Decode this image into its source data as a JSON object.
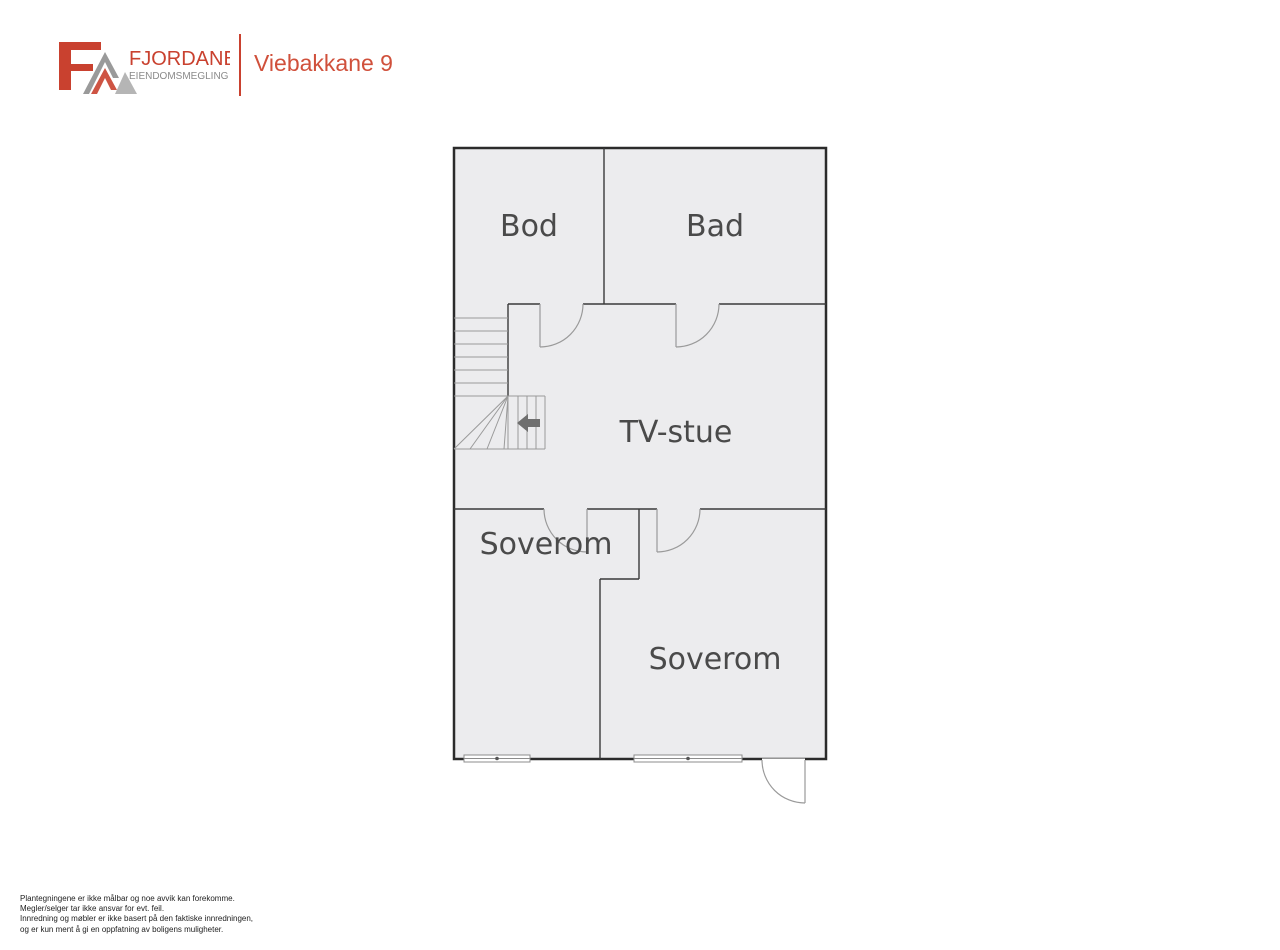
{
  "header": {
    "logo": {
      "brand": "FJORDANE",
      "sub": "EIENDOMSMEGLING",
      "colors": {
        "red": "#c9412f",
        "grey": "#8a8a8a"
      }
    },
    "property_title": "Viebakkane 9"
  },
  "floorplan": {
    "rooms": [
      {
        "name": "Bod"
      },
      {
        "name": "Bad"
      },
      {
        "name": "TV-stue"
      },
      {
        "name": "Soverom"
      },
      {
        "name": "Soverom"
      }
    ],
    "colors": {
      "room_fill": "#ececee",
      "wall": "#2b2b2b",
      "thin_line": "#8c8c8c",
      "label": "#4a4a4a"
    }
  },
  "disclaimer": {
    "lines": [
      "Plantegningene er ikke målbar og noe avvik kan forekomme.",
      "Megler/selger tar ikke ansvar for evt. feil.",
      "Innredning og møbler er ikke basert på den faktiske innredningen,",
      "og er kun ment å gi en oppfatning av boligens muligheter."
    ]
  }
}
